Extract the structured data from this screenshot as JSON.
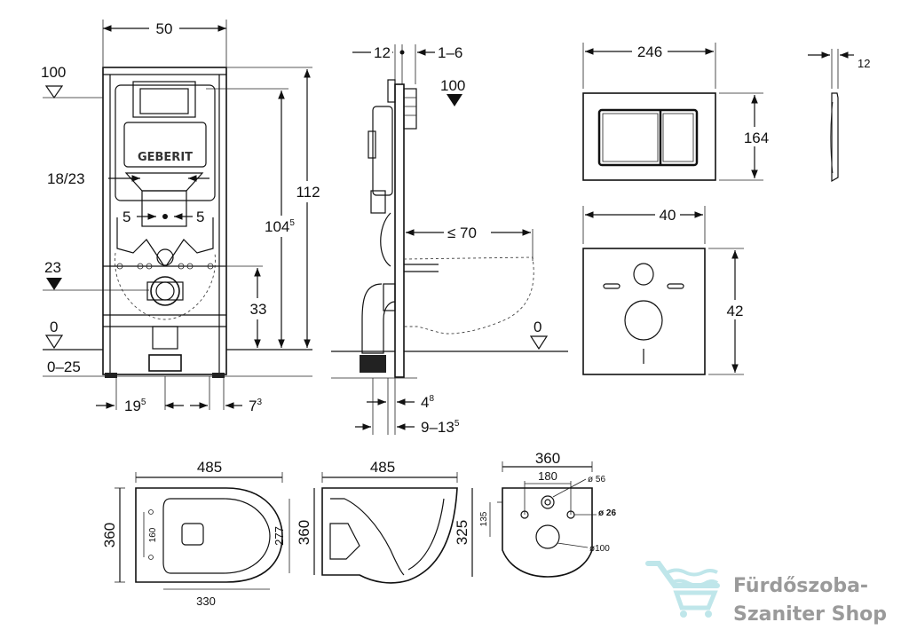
{
  "front_view": {
    "width_label": "50",
    "level_100": "100",
    "level_23": "23",
    "level_0": "0",
    "range_0_25": "0–25",
    "label_18_23": "18/23",
    "label_5_left": "5",
    "label_5_right": "5",
    "height_112": "112",
    "height_104_main": "104",
    "height_104_sup": "5",
    "height_33": "33",
    "bottom_19_main": "19",
    "bottom_19_sup": "5",
    "bottom_7_main": "7",
    "bottom_7_sup": "3",
    "brand": "GEBERIT"
  },
  "side_view": {
    "label_12": "12",
    "label_1_6": "1–6",
    "level_100": "100",
    "depth_70": "≤ 70",
    "level_0": "0",
    "bottom_4_main": "4",
    "bottom_4_sup": "8",
    "bottom_9_main": "9–13",
    "bottom_9_sup": "5"
  },
  "flush_plate": {
    "width": "246",
    "height": "164",
    "thickness": "12"
  },
  "sound_pad": {
    "width": "40",
    "height": "42"
  },
  "bowl_top": {
    "length": "485",
    "width": "360",
    "inner_160": "160",
    "inner_277": "277",
    "inner_330": "330"
  },
  "bowl_side": {
    "length": "485",
    "height": "360"
  },
  "bowl_back": {
    "width": "360",
    "inner_180": "180",
    "height": "325",
    "inner_135": "135",
    "d56": "ø 56",
    "d26": "ø 26",
    "d100": "ø100"
  },
  "watermark": {
    "line1": "Fürdőszoba-",
    "line2": "Szaniter Shop"
  }
}
